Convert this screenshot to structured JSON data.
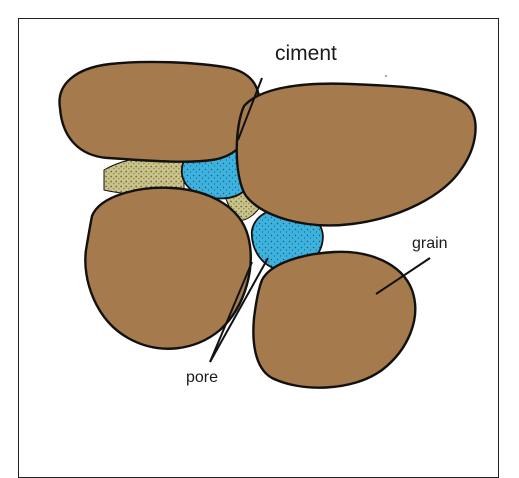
{
  "diagram": {
    "labels": {
      "ciment": "ciment",
      "grain": "grain",
      "pore": "pore"
    },
    "colors": {
      "grain_fill": "#a57a4c",
      "grain_stroke": "#111111",
      "pore_fill": "#3eb2de",
      "cement_fill": "#c7c48a",
      "outline": "#111111",
      "background": "#ffffff"
    }
  }
}
